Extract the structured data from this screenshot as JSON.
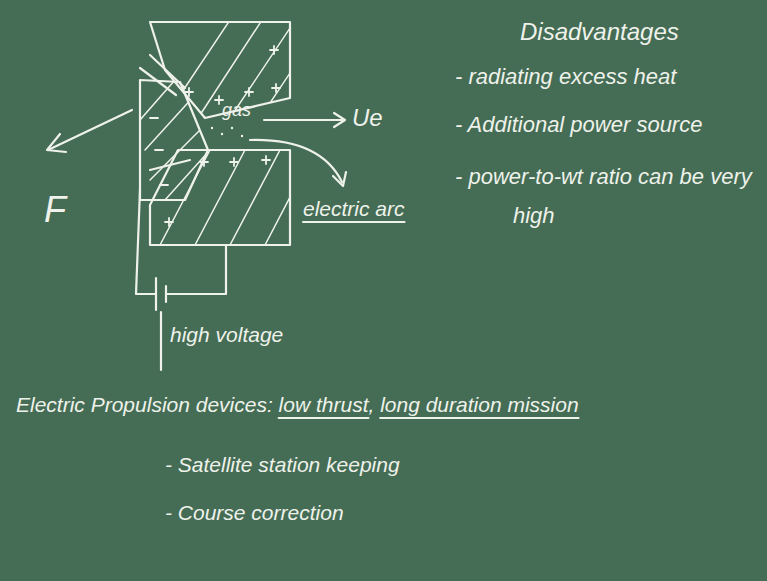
{
  "diagram": {
    "labels": [
      "Disadvantages",
      "- radiating excess heat",
      "- Additional power source",
      "- power-to-wt ratio can be very high",
      "gas",
      "Ue",
      "F",
      "electric arc",
      "high voltage",
      "Electric Propulsion devices: low thrust, long duration mission",
      "- Satellite station keeping",
      "- Course correction"
    ]
  }
}
